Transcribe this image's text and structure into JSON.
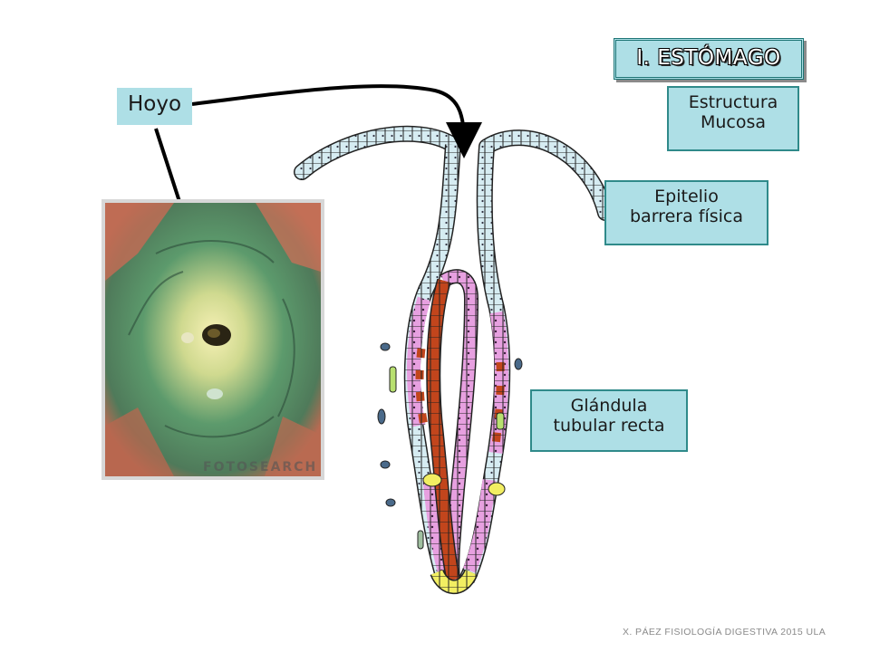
{
  "title": "I. ESTÓMAGO",
  "labels": {
    "estructura_line1": "Estructura",
    "estructura_line2": "Mucosa",
    "epitelio_line1": "Epitelio",
    "epitelio_line2": "barrera física",
    "glandula_line1": "Glándula",
    "glandula_line2": "tubular recta",
    "hoyo": "Hoyo"
  },
  "photo": {
    "watermark": "FOTOSEARCH"
  },
  "footer": "X. PÁEZ   FISIOLOGÍA DIGESTIVA 2015  ULA",
  "colors": {
    "box_fill": "#aedfe6",
    "box_border": "#2f8a8a",
    "epithelium": "#d6ecf2",
    "parietal_cells": "#e7a0e0",
    "chief_cells": "#c2451c",
    "mucous_neck_cells": "#f2ee62"
  }
}
